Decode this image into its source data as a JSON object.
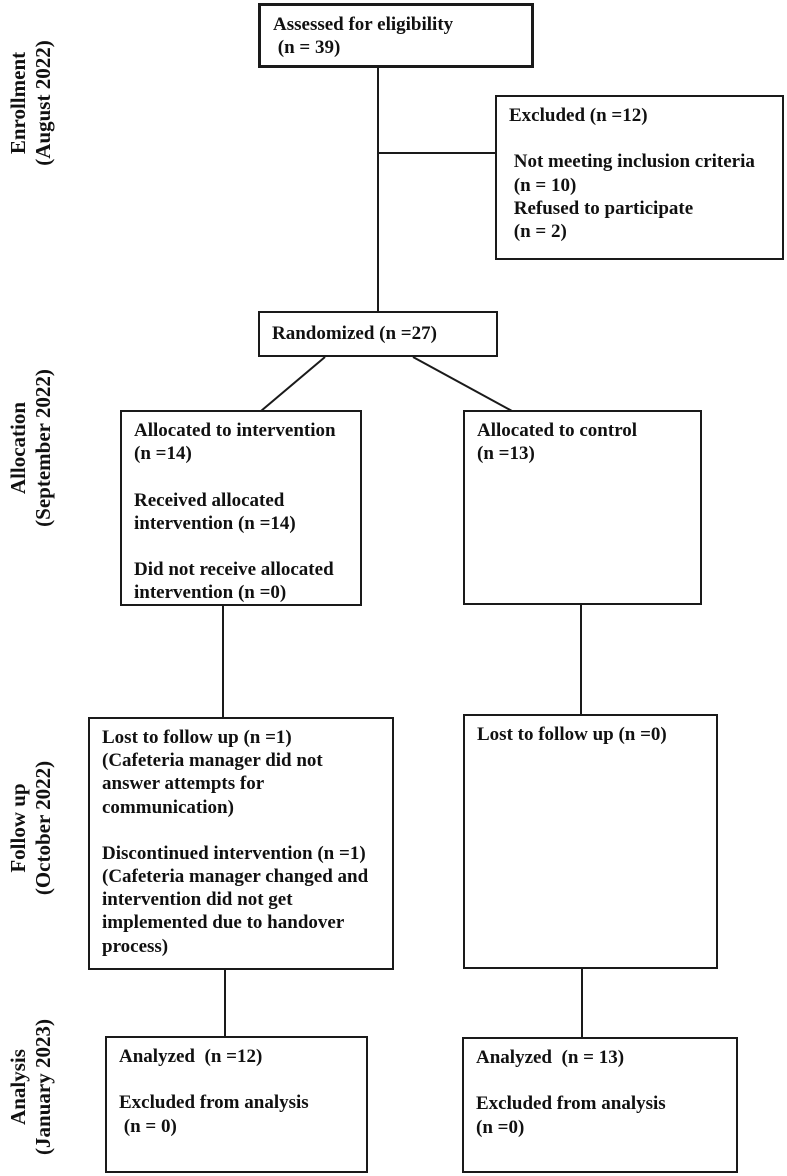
{
  "figure": {
    "title": "CONSORT participant flow diagram",
    "background_color": "#ffffff",
    "line_color": "#1a1a1a"
  },
  "stage_labels": [
    {
      "id": "enrollment",
      "text": "Enrollment\n(August 2022)"
    },
    {
      "id": "allocation",
      "text": "Allocation\n(September 2022)"
    },
    {
      "id": "followup",
      "text": "Follow up\n(October 2022)"
    },
    {
      "id": "analysis",
      "text": "Analysis\n(January 2023)"
    }
  ],
  "boxes": {
    "assessed": {
      "text": "Assessed for eligibility\n (n = 39)"
    },
    "excluded": {
      "text": "Excluded (n =12)\n\n Not meeting inclusion criteria\n (n = 10)\n Refused to participate\n (n = 2)"
    },
    "randomized": {
      "text": "Randomized (n =27)"
    },
    "allocated_intervention": {
      "text": "Allocated to intervention\n(n =14)\n\nReceived allocated\nintervention (n =14)\n\nDid not receive allocated\nintervention (n =0)"
    },
    "allocated_control": {
      "text": "Allocated to control\n(n =13)"
    },
    "followup_intervention": {
      "text": "Lost to follow up (n =1)\n(Cafeteria manager did not\nanswer attempts for\ncommunication)\n\nDiscontinued intervention (n =1)\n(Cafeteria manager changed and\nintervention did not get\nimplemented due to handover\nprocess)"
    },
    "followup_control": {
      "text": "Lost to follow up (n =0)"
    },
    "analysis_intervention": {
      "text": "Analyzed  (n =12)\n\nExcluded from analysis\n (n = 0)"
    },
    "analysis_control": {
      "text": "Analyzed  (n = 13)\n\nExcluded from analysis\n(n =0)"
    }
  }
}
